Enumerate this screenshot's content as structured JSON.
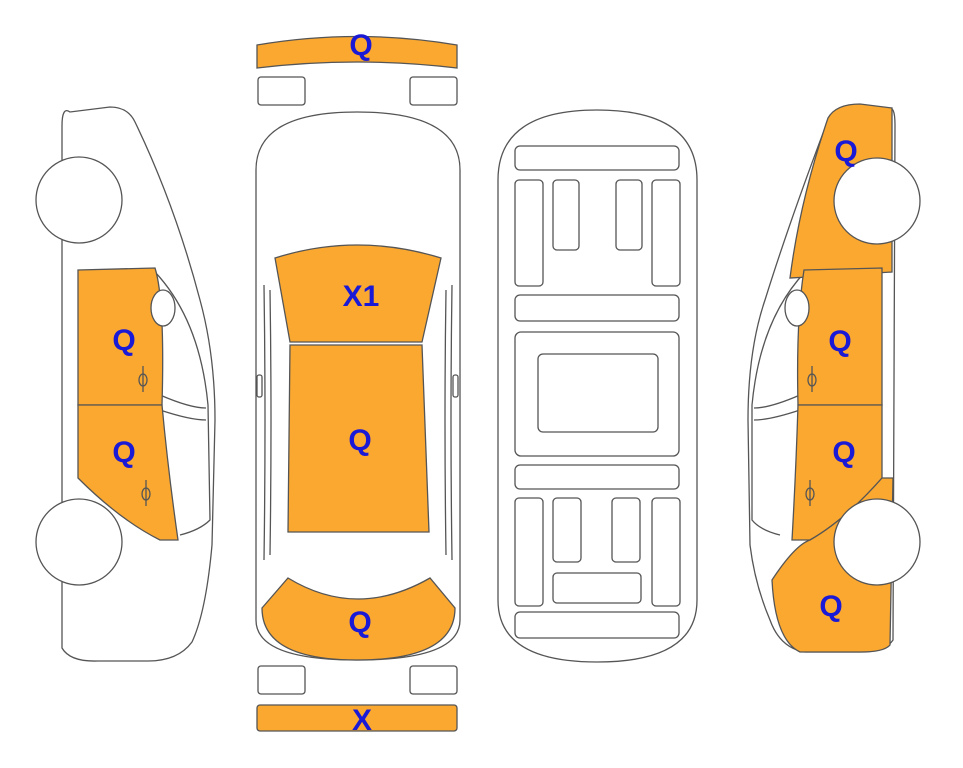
{
  "colors": {
    "damage_fill": "#FBA830",
    "label_color": "#1A1AD6",
    "outline": "#555555",
    "background": "#FFFFFF"
  },
  "marks": {
    "front_bumper": "Q",
    "windshield": "X1",
    "roof": "Q",
    "rear_window": "Q",
    "rear_bumper": "X",
    "left_front_door": "Q",
    "left_rear_door": "Q",
    "right_front_fender": "Q",
    "right_front_door": "Q",
    "right_rear_door": "Q",
    "right_rear_quarter": "Q"
  }
}
